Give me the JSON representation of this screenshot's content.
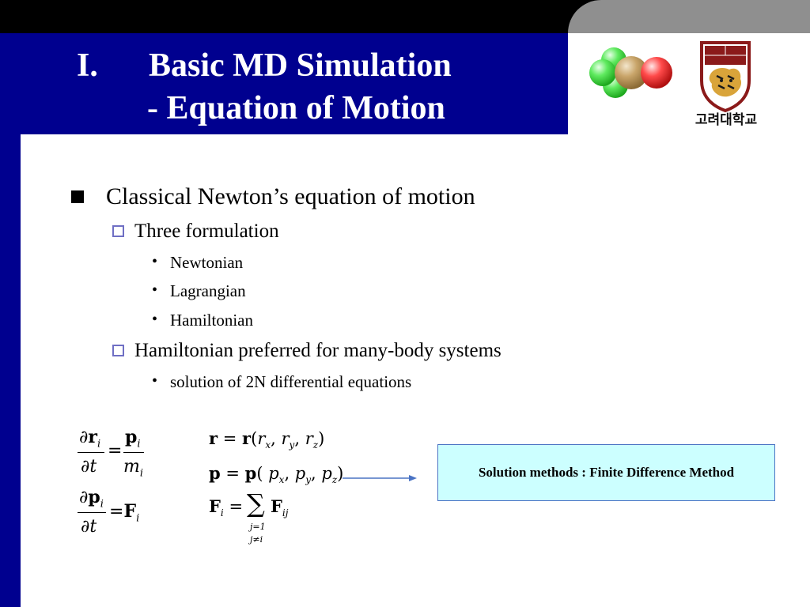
{
  "title": {
    "number": "I.",
    "line1": "Basic MD Simulation",
    "line2": "-  Equation of Motion"
  },
  "logos": {
    "left": "molecule-logo",
    "right": {
      "name": "university-seal",
      "caption": "고려대학교"
    }
  },
  "bullets": {
    "main": "Classical Newton’s equation of motion",
    "sub1": {
      "label": "Three formulation",
      "items": [
        "Newtonian",
        "Lagrangian",
        "Hamiltonian"
      ]
    },
    "sub2": {
      "label": "Hamiltonian preferred for many-body systems",
      "items": [
        "solution of 2N differential equations"
      ]
    }
  },
  "equations": {
    "partial": "∂",
    "r": "r",
    "p": "p",
    "F": "F",
    "i": "i",
    "t": "t",
    "m": "m",
    "ij": "ij",
    "x": "x",
    "y": "y",
    "z": "z",
    "eq": "=",
    "sum": "∑",
    "sum_lower1": "j=1",
    "sum_lower2": "j≠i"
  },
  "solution_box": "Solution methods : Finite Difference Method",
  "colors": {
    "navy": "#00008f",
    "top_bar": "#000000",
    "grey_tab": "#8f8f8f",
    "box_fill": "#ccffff",
    "box_border": "#4a73c4",
    "arrow": "#4a73c4"
  }
}
